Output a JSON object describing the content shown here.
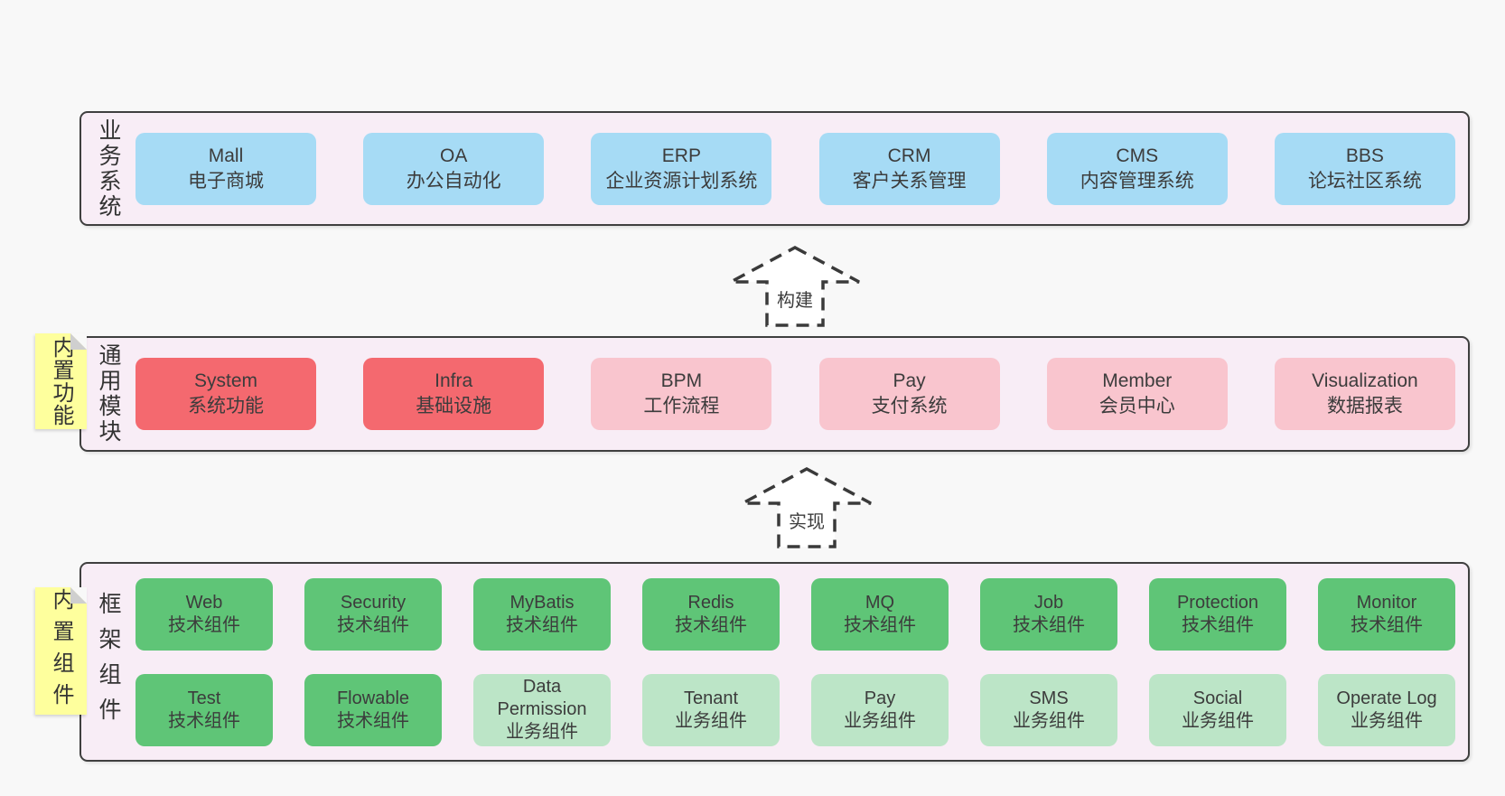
{
  "colors": {
    "page_bg": "#f8f8f8",
    "band_bg": "#f8edf6",
    "band_border": "#3f3f3f",
    "box_blue": "#a6dbf5",
    "box_red": "#f4696f",
    "box_pink": "#f9c5ce",
    "box_green": "#5fc577",
    "box_light_green": "#bce5c7",
    "sticky_yellow": "#feff9d",
    "sticky_fold_gray": "#cfcfcf",
    "text": "#3c3c3c"
  },
  "arrows": [
    {
      "label": "构建"
    },
    {
      "label": "实现"
    }
  ],
  "bands": [
    {
      "id": "business",
      "label": "业务系统",
      "sticky": null,
      "rows": [
        [
          {
            "en": "Mall",
            "zh": "电子商城",
            "style": "c-blue"
          },
          {
            "en": "OA",
            "zh": "办公自动化",
            "style": "c-blue"
          },
          {
            "en": "ERP",
            "zh": "企业资源计划系统",
            "style": "c-blue"
          },
          {
            "en": "CRM",
            "zh": "客户关系管理",
            "style": "c-blue"
          },
          {
            "en": "CMS",
            "zh": "内容管理系统",
            "style": "c-blue"
          },
          {
            "en": "BBS",
            "zh": "论坛社区系统",
            "style": "c-blue"
          }
        ]
      ]
    },
    {
      "id": "modules",
      "label": "通用模块",
      "sticky": "内置功能",
      "rows": [
        [
          {
            "en": "System",
            "zh": "系统功能",
            "style": "c-red"
          },
          {
            "en": "Infra",
            "zh": "基础设施",
            "style": "c-red"
          },
          {
            "en": "BPM",
            "zh": "工作流程",
            "style": "c-pink"
          },
          {
            "en": "Pay",
            "zh": "支付系统",
            "style": "c-pink"
          },
          {
            "en": "Member",
            "zh": "会员中心",
            "style": "c-pink"
          },
          {
            "en": "Visualization",
            "zh": "数据报表",
            "style": "c-pink"
          }
        ]
      ]
    },
    {
      "id": "framework",
      "label": "框架组件",
      "sticky": "内置组件",
      "rows": [
        [
          {
            "en": "Web",
            "zh": "技术组件",
            "style": "c-green"
          },
          {
            "en": "Security",
            "zh": "技术组件",
            "style": "c-green"
          },
          {
            "en": "MyBatis",
            "zh": "技术组件",
            "style": "c-green"
          },
          {
            "en": "Redis",
            "zh": "技术组件",
            "style": "c-green"
          },
          {
            "en": "MQ",
            "zh": "技术组件",
            "style": "c-green"
          },
          {
            "en": "Job",
            "zh": "技术组件",
            "style": "c-green"
          },
          {
            "en": "Protection",
            "zh": "技术组件",
            "style": "c-green"
          },
          {
            "en": "Monitor",
            "zh": "技术组件",
            "style": "c-green"
          }
        ],
        [
          {
            "en": "Test",
            "zh": "技术组件",
            "style": "c-green"
          },
          {
            "en": "Flowable",
            "zh": "技术组件",
            "style": "c-green"
          },
          {
            "en": "Data Permission",
            "zh": "业务组件",
            "style": "c-lightgreen"
          },
          {
            "en": "Tenant",
            "zh": "业务组件",
            "style": "c-lightgreen"
          },
          {
            "en": "Pay",
            "zh": "业务组件",
            "style": "c-lightgreen"
          },
          {
            "en": "SMS",
            "zh": "业务组件",
            "style": "c-lightgreen"
          },
          {
            "en": "Social",
            "zh": "业务组件",
            "style": "c-lightgreen"
          },
          {
            "en": "Operate Log",
            "zh": "业务组件",
            "style": "c-lightgreen"
          }
        ]
      ]
    }
  ]
}
